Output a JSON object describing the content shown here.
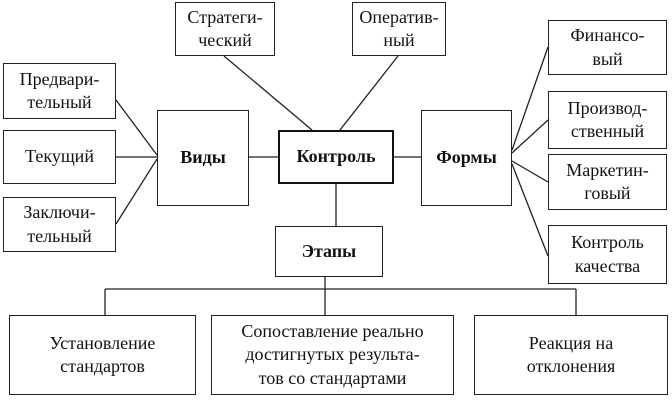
{
  "center": "Контроль",
  "types": {
    "title": "Виды",
    "items": [
      "Предвари-\nтельный",
      "Текущий",
      "Заключи-\nтельный"
    ]
  },
  "levels": [
    "Стратеги-\nческий",
    "Оператив-\nный"
  ],
  "forms": {
    "title": "Формы",
    "items": [
      "Финансо-\nвый",
      "Производ-\nственный",
      "Маркетин-\nговый",
      "Контроль\nкачества"
    ]
  },
  "stages": {
    "title": "Этапы",
    "items": [
      "Установление\nстандартов",
      "Сопоставление реально\nдостигнутых результа-\nтов со стандартами",
      "Реакция на\nотклонения"
    ]
  }
}
